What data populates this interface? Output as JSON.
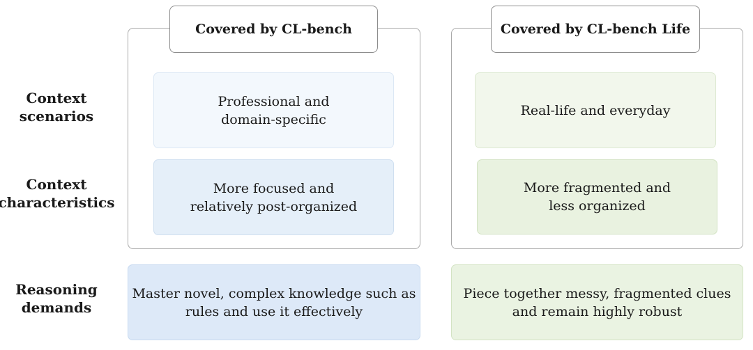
{
  "row_labels": {
    "context_scenarios": [
      "Context",
      "scenarios"
    ],
    "context_characteristics": [
      "Context",
      "characteristics"
    ],
    "reasoning_demands": [
      "Reasoning",
      "demands"
    ]
  },
  "columns": {
    "left": {
      "header": "Covered by CL-bench",
      "scenarios": [
        "Professional and",
        "domain-specific"
      ],
      "characteristics": [
        "More focused and",
        "relatively post-organized"
      ],
      "demands": [
        "Master novel, complex knowledge such as",
        "rules and use it effectively"
      ]
    },
    "right": {
      "header": "Covered by CL-bench Life",
      "scenarios": [
        "Real-life and everyday"
      ],
      "characteristics": [
        "More fragmented and",
        "less organized"
      ],
      "demands": [
        "Piece together messy, fragmented clues",
        "and remain highly robust"
      ]
    }
  },
  "colors": {
    "left_accent": "#dde9f8",
    "right_accent": "#e9f2e0",
    "frame_border": "#a9a9a9"
  }
}
